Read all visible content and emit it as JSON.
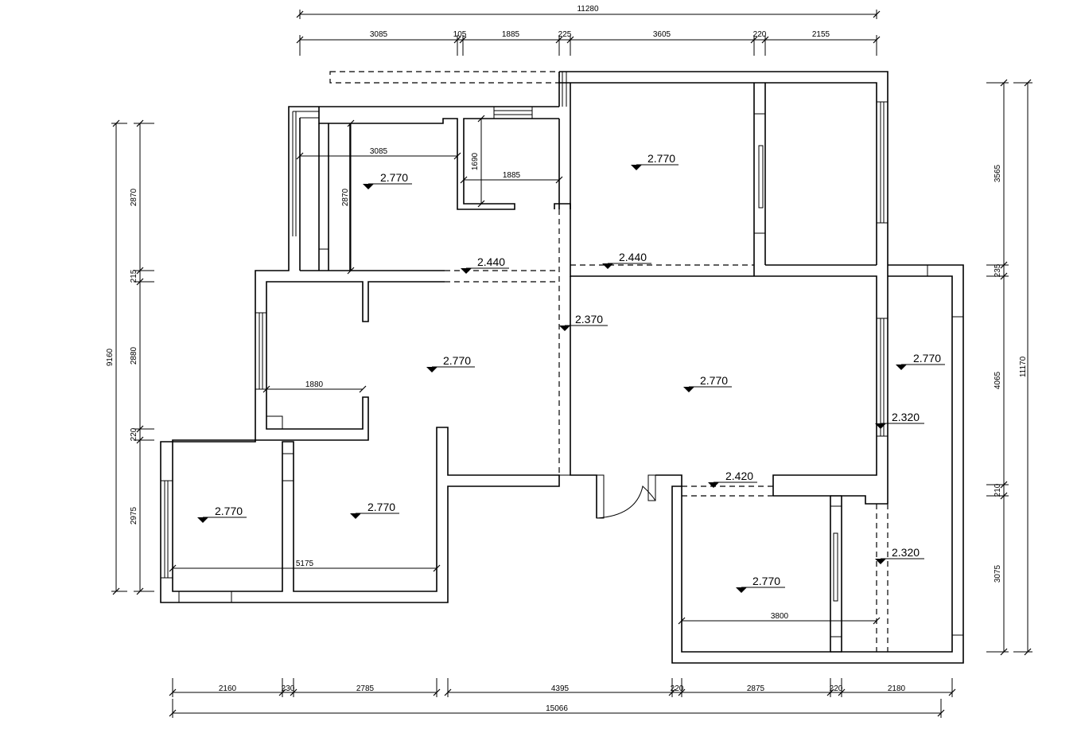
{
  "levels": {
    "l1": "2.770",
    "l2": "2.770",
    "l3": "2.440",
    "l4": "2.440",
    "l5": "2.370",
    "l6": "2.770",
    "l7": "2.770",
    "l8": "2.770",
    "l9": "2.320",
    "l10": "2.770",
    "l11": "2.770",
    "l12": "2.420",
    "l13": "2.770",
    "l14": "2.320"
  },
  "dims": {
    "top_total": "11280",
    "top_1": "3085",
    "top_2": "105",
    "top_3": "1885",
    "top_4": "225",
    "top_5": "3605",
    "top_6": "220",
    "top_7": "2155",
    "bot_total": "15066",
    "bot_1": "2160",
    "bot_2": "230",
    "bot_3": "2785",
    "bot_4": "4395",
    "bot_5": "220",
    "bot_6": "2875",
    "bot_7": "220",
    "bot_8": "2180",
    "left_total": "9160",
    "left_1": "2870",
    "left_2": "215",
    "left_3": "2880",
    "left_4": "220",
    "left_5": "2975",
    "right_total": "11170",
    "right_1": "3565",
    "right_2": "235",
    "right_3": "4065",
    "right_4": "210",
    "right_5": "3075",
    "in_1": "3085",
    "in_2": "1690",
    "in_3": "1885",
    "in_4": "2870",
    "in_5": "1880",
    "in_6": "5175",
    "in_7": "3800"
  }
}
